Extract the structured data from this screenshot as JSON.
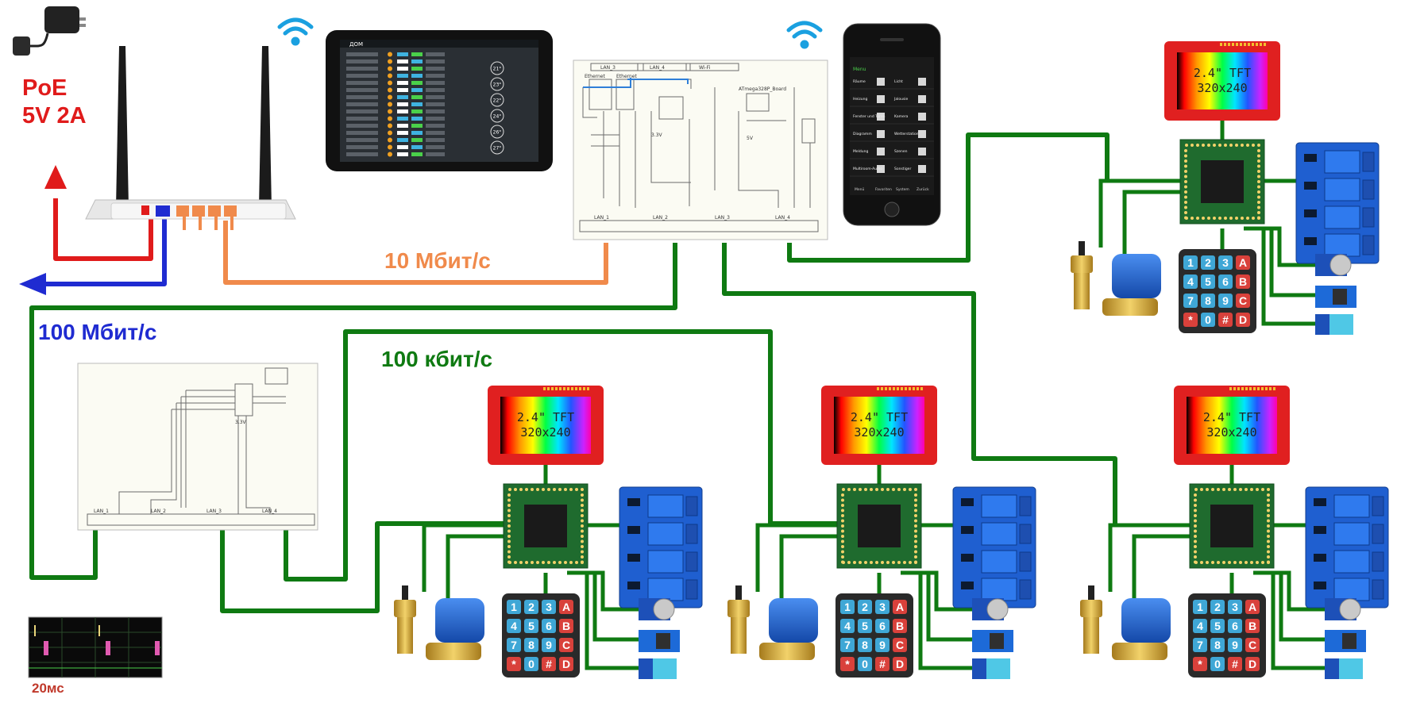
{
  "power": {
    "line1": "PoE",
    "line2": "5V 2A",
    "color": "#e01b1b"
  },
  "speeds": {
    "fast": {
      "text": "10 Мбит/с",
      "color": "#f08a4b"
    },
    "lan": {
      "text": "100 Мбит/с",
      "color": "#1f2bd1"
    },
    "bus": {
      "text": "100 кбит/с",
      "color": "#0f7a12"
    }
  },
  "oscilloscope": {
    "text": "20мс",
    "color": "#c0392b"
  },
  "tft_label": {
    "line1": "2.4\" TFT",
    "line2": "320x240"
  },
  "keypad_keys": [
    "1",
    "2",
    "3",
    "A",
    "4",
    "5",
    "6",
    "B",
    "7",
    "8",
    "9",
    "C",
    "*",
    "0",
    "#",
    "D"
  ],
  "phone": {
    "header": "Menu",
    "items": [
      "Räume",
      "Licht",
      "Heizung",
      "Jalousie",
      "Fenster und Türen",
      "Kamera",
      "Diagramm",
      "Wetterstation",
      "Meldung",
      "Szenen",
      "Multiroom-Audio",
      "Sonstiger"
    ],
    "footer": [
      "Menü",
      "Favoriten",
      "System",
      "Zurück"
    ]
  },
  "tablet": {
    "header": "ДОМ",
    "temps": [
      "21°",
      "23°",
      "22°",
      "24°",
      "26°",
      "27°"
    ]
  },
  "schematic": {
    "top_labels": [
      "LAN_3",
      "LAN_4",
      "Wi-Fi"
    ],
    "bottom_labels": [
      "LAN_1",
      "LAN_2",
      "LAN_3",
      "LAN_4"
    ],
    "mid_labels": [
      "Ethernet",
      "Ethernet",
      "ATmega328P_Board"
    ]
  },
  "schematic2": {
    "bottom_labels": [
      "LAN_1",
      "LAN_2",
      "LAN_3",
      "LAN_4"
    ]
  }
}
